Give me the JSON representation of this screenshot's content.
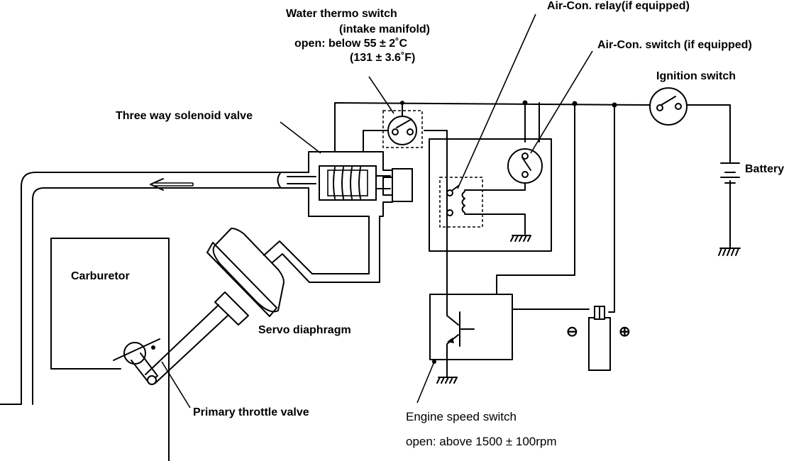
{
  "labels": {
    "water_thermo_switch": "Water thermo switch",
    "intake_manifold": "(intake manifold)",
    "thermo_open": "open: below 55 ± 2˚C",
    "thermo_open_f": "(131 ± 3.6˚F)",
    "aircon_relay": "Air-Con. relay(if equipped)",
    "aircon_switch": "Air-Con. switch (if equipped)",
    "ignition_switch": "Ignition switch",
    "three_way_solenoid": "Three way solenoid valve",
    "battery": "Battery",
    "carburetor": "Carburetor",
    "servo_diaphragm": "Servo diaphragm",
    "primary_throttle": "Primary throttle valve",
    "engine_speed_switch": "Engine speed switch",
    "engine_speed_open": "open: above 1500 ± 100rpm",
    "coil_minus": "⊖",
    "coil_plus": "⊕"
  },
  "icons": [
    "ground-icon",
    "battery-icon",
    "switch-icon",
    "flow-arrow-icon",
    "ignition-coil-icon"
  ]
}
